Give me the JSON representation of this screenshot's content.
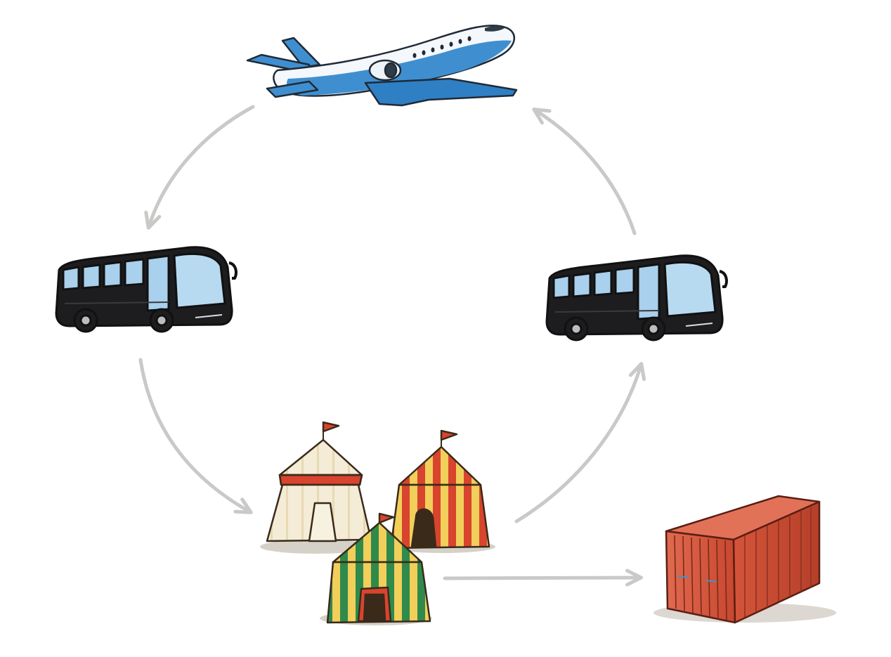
{
  "diagram": {
    "type": "flow-cycle",
    "nodes": [
      {
        "id": "airplane",
        "icon": "airplane-icon",
        "colors": {
          "body": "#f4f7fb",
          "accent": "#2f7fc4"
        }
      },
      {
        "id": "bus-left",
        "icon": "bus-icon",
        "colors": {
          "body": "#1d1d1f",
          "window": "#a9d0ec"
        }
      },
      {
        "id": "circus-tents",
        "icon": "circus-tent-icon",
        "colors": {
          "cream": "#f3ead2",
          "red": "#d8442e",
          "yellow": "#f1cf5a",
          "green": "#2f8a4c"
        }
      },
      {
        "id": "bus-right",
        "icon": "bus-icon",
        "colors": {
          "body": "#1d1d1f",
          "window": "#a9d0ec"
        }
      },
      {
        "id": "shipping-container",
        "icon": "shipping-container-icon",
        "colors": {
          "front": "#d4543a",
          "side": "#c44a32"
        }
      }
    ],
    "edges": [
      {
        "from": "airplane",
        "to": "bus-left"
      },
      {
        "from": "bus-left",
        "to": "circus-tents"
      },
      {
        "from": "circus-tents",
        "to": "bus-right"
      },
      {
        "from": "bus-right",
        "to": "airplane"
      },
      {
        "from": "circus-tents",
        "to": "shipping-container"
      }
    ],
    "arrow_color": "#c9c9c7"
  }
}
